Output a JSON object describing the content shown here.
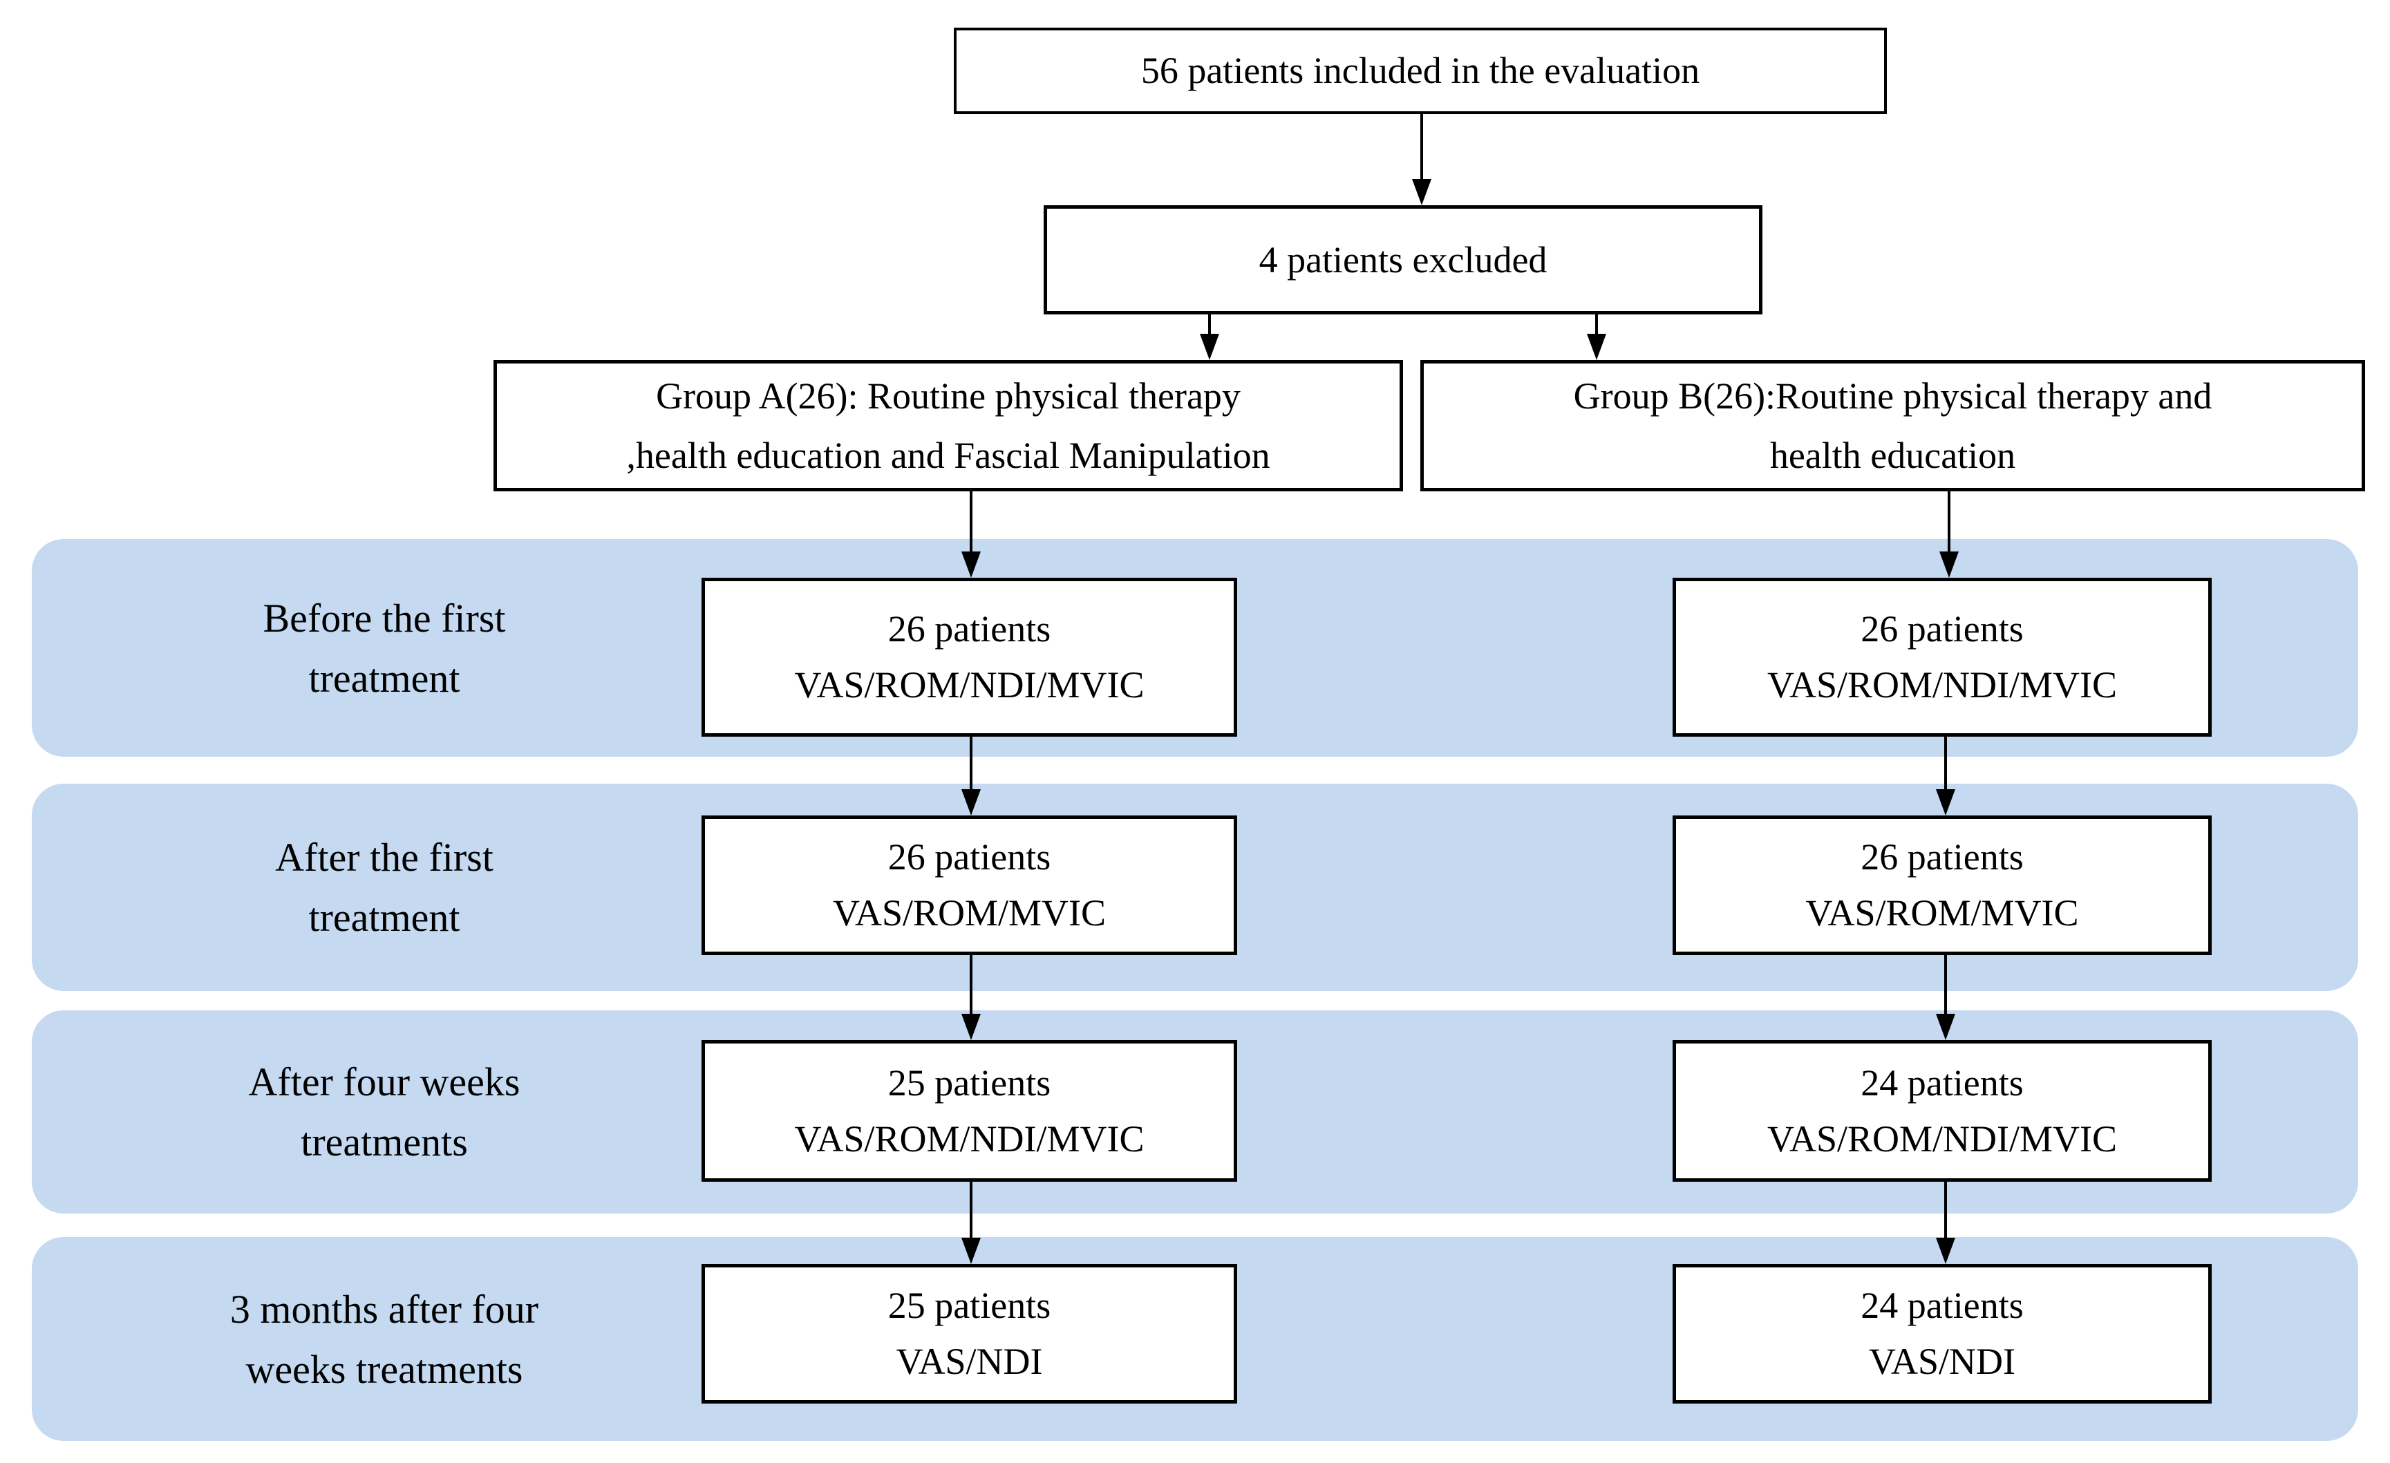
{
  "figure": {
    "type": "patient-flow-diagram",
    "colors": {
      "band_fill": "#c5d9f1",
      "box_fill": "#ffffff",
      "border": "#000000",
      "text": "#000000"
    },
    "top_box": {
      "text": "56 patients included in the evaluation"
    },
    "excluded_box": {
      "text": "4 patients excluded"
    },
    "groups": [
      {
        "id": "A",
        "text": "Group A(26): Routine physical therapy\n,health education and Fascial Manipulation"
      },
      {
        "id": "B",
        "text": "Group B(26):Routine physical therapy and\nhealth education"
      }
    ],
    "rows": [
      {
        "label": "Before the first\ntreatment",
        "left": "26 patients\nVAS/ROM/NDI/MVIC",
        "right": "26 patients\nVAS/ROM/NDI/MVIC"
      },
      {
        "label": "After the first\ntreatment",
        "left": "26 patients\nVAS/ROM/MVIC",
        "right": "26 patients\nVAS/ROM/MVIC"
      },
      {
        "label": "After four weeks\ntreatments",
        "left": "25 patients\nVAS/ROM/NDI/MVIC",
        "right": "24 patients\nVAS/ROM/NDI/MVIC"
      },
      {
        "label": "3 months after four\nweeks treatments",
        "left": "25 patients\nVAS/NDI",
        "right": "24 patients\nVAS/NDI"
      }
    ]
  }
}
